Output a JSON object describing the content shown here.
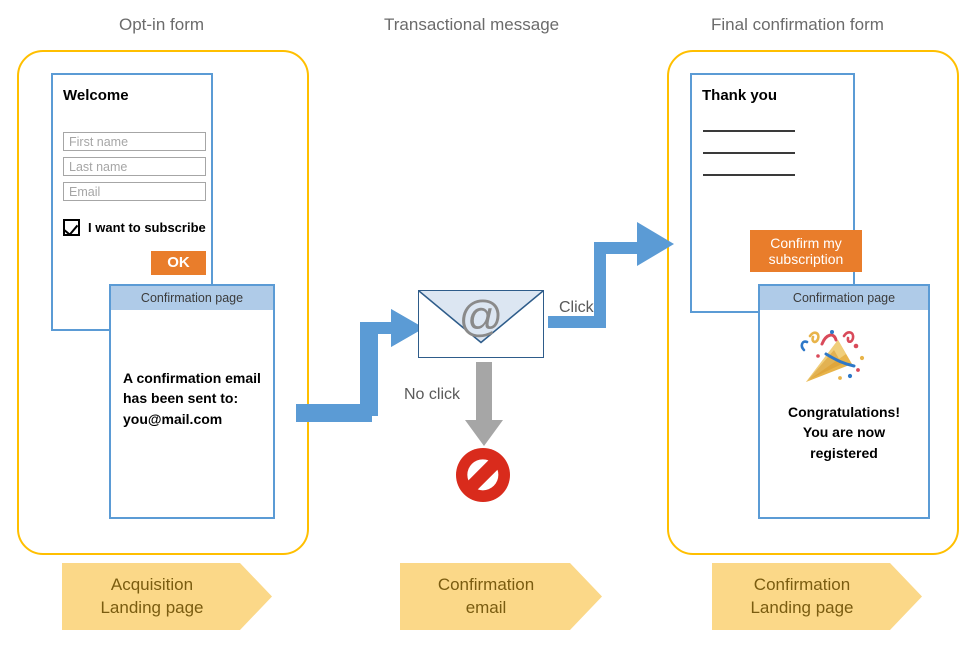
{
  "columns": [
    {
      "title": "Opt-in form"
    },
    {
      "title": "Transactional message"
    },
    {
      "title": "Final confirmation form"
    }
  ],
  "optin_form": {
    "heading": "Welcome",
    "fields": [
      {
        "name": "first-name",
        "placeholder": "First name",
        "value": ""
      },
      {
        "name": "last-name",
        "placeholder": "Last name",
        "value": ""
      },
      {
        "name": "email",
        "placeholder": "Email",
        "value": ""
      }
    ],
    "checkbox": {
      "label": "I want to subscribe",
      "checked": true
    },
    "submit_label": "OK"
  },
  "confirmation_page_1": {
    "window_title": "Confirmation page",
    "body_text": "A confirmation email\nhas been sent to:\nyou@mail.com"
  },
  "email": {
    "icon": "at-symbol",
    "glyph": "@"
  },
  "flow": {
    "click_label": "Click",
    "no_click_label": "No click",
    "blocked_icon": "prohibition-sign"
  },
  "final_form": {
    "heading": "Thank you",
    "rules": 3,
    "cta_label": "Confirm my\nsubscription"
  },
  "confirmation_page_2": {
    "window_title": "Confirmation page",
    "icon": "party-popper",
    "body_text": "Congratulations!\nYou are now\nregistered"
  },
  "banners": [
    {
      "text": "Acquisition\nLanding page"
    },
    {
      "text": "Confirmation\nemail"
    },
    {
      "text": "Confirmation\nLanding page"
    }
  ],
  "colors": {
    "accent_orange": "#E97D2B",
    "container_yellow": "#FFBF00",
    "window_blue": "#5B9BD5",
    "window_header_blue": "#AFCBE8",
    "arrow_blue": "#5B9BD5",
    "gray_arrow": "#A6A6A6",
    "banner_yellow": "#FBD888",
    "banner_text": "#7a5c10",
    "block_red": "#D92B1C"
  }
}
